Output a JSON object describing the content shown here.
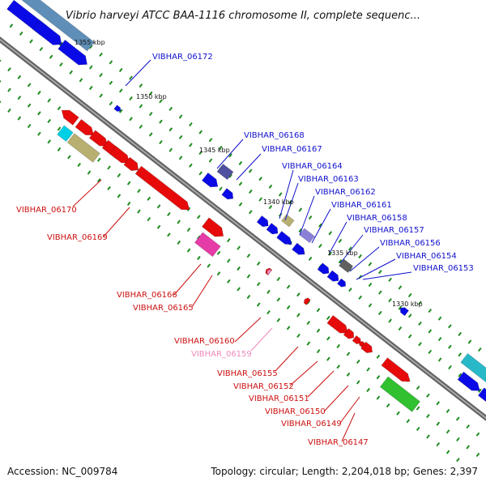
{
  "title": "Vibrio harveyi ATCC BAA-1116 chromosome II, complete sequenc...",
  "footer": {
    "accession": "Accession: NC_009784",
    "topology": "Topology: circular; Length: 2,204,018 bp; Genes: 2,397"
  },
  "colors": {
    "backbone": "#808080",
    "tick": "#1e8c1e",
    "top_strand_label": "#1010cc",
    "bottom_strand_label": "#cc1010",
    "faint_label": "#ee88bb"
  },
  "kbp_labels": [
    "1355 kbp",
    "1350 kbp",
    "1345 kbp",
    "1340 kbp",
    "1335 kbp",
    "1330 kbp"
  ],
  "top_labels": [
    "VIBHAR_06172",
    "VIBHAR_06168",
    "VIBHAR_06167",
    "VIBHAR_06164",
    "VIBHAR_06163",
    "VIBHAR_06162",
    "VIBHAR_06161",
    "VIBHAR_06158",
    "VIBHAR_06157",
    "VIBHAR_06156",
    "VIBHAR_06154",
    "VIBHAR_06153"
  ],
  "bottom_labels": [
    "VIBHAR_06170",
    "VIBHAR_06169",
    "VIBHAR_06166",
    "VIBHAR_06165",
    "VIBHAR_06160",
    "VIBHAR_06159",
    "VIBHAR_06155",
    "VIBHAR_06152",
    "VIBHAR_06151",
    "VIBHAR_06150",
    "VIBHAR_06149",
    "VIBHAR_06147"
  ]
}
